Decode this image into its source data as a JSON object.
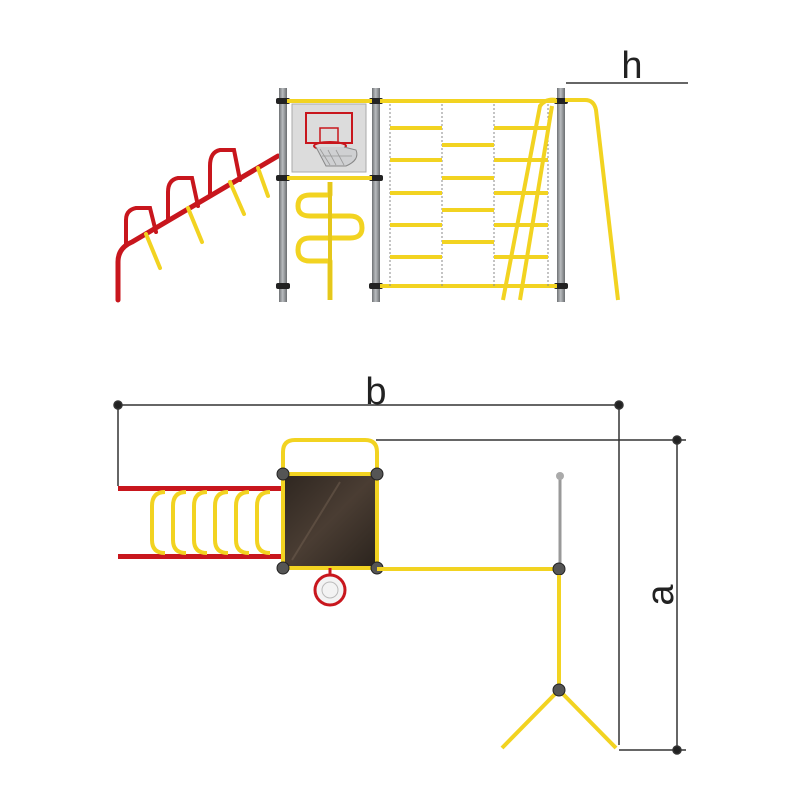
{
  "dimensions": {
    "height_label": "h",
    "width_label": "b",
    "depth_label": "a"
  },
  "colors": {
    "yellow": "#f2d321",
    "red": "#c8161d",
    "pole": "#8a8d90",
    "panel": "#3a2f28",
    "line": "#333333"
  }
}
